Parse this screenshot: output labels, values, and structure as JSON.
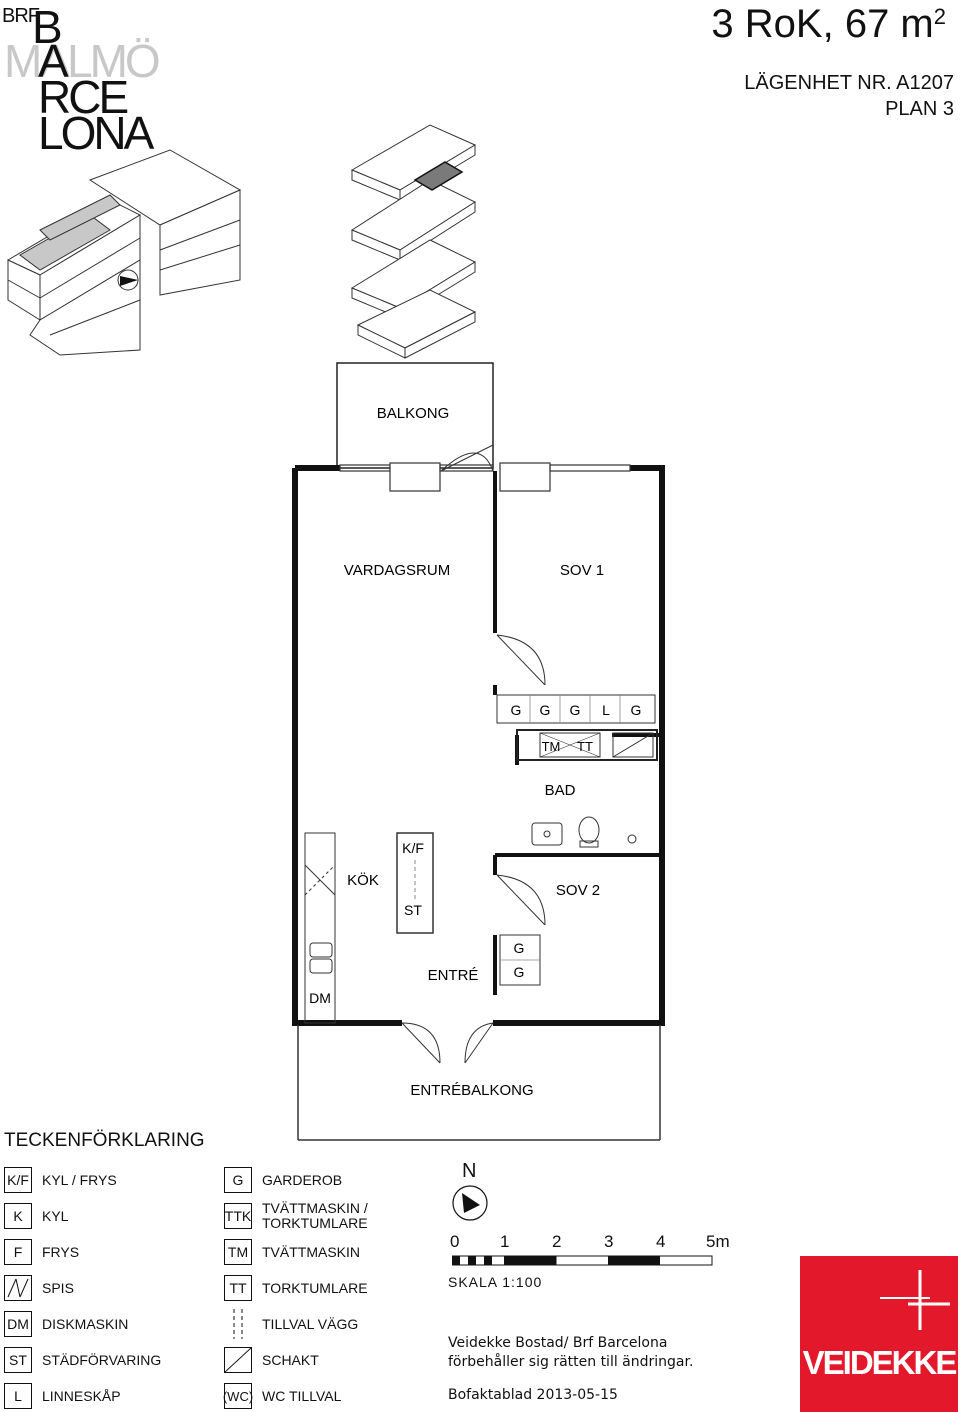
{
  "brand": {
    "prefix": "BRF",
    "name_lines": [
      "B",
      "MALMÖ",
      "A",
      "RCE",
      "LONA"
    ]
  },
  "apartment": {
    "title": "3 RoK, 67 m",
    "title_sup": "2",
    "unit_number": "LÄGENHET NR. A1207",
    "floor": "PLAN 3"
  },
  "rooms": {
    "balkong": "BALKONG",
    "vardagsrum": "VARDAGSRUM",
    "sov1": "SOV 1",
    "bad": "BAD",
    "kok": "KÖK",
    "kf": "K/F",
    "st": "ST",
    "sov2": "SOV 2",
    "entre": "ENTRÉ",
    "dm": "DM",
    "entrebalkong": "ENTRÉBALKONG"
  },
  "fixtures": {
    "closet_row": [
      "G",
      "G",
      "G",
      "L",
      "G"
    ],
    "laundry": [
      "TM",
      "TT"
    ],
    "hall_closets": [
      "G",
      "G"
    ]
  },
  "legend": {
    "title": "TECKENFÖRKLARING",
    "col1": [
      {
        "symbol": "K/F",
        "label": "KYL / FRYS"
      },
      {
        "symbol": "K",
        "label": "KYL"
      },
      {
        "symbol": "F",
        "label": "FRYS"
      },
      {
        "symbol": "spis-icon",
        "label": "SPIS"
      },
      {
        "symbol": "DM",
        "label": "DISKMASKIN"
      },
      {
        "symbol": "ST",
        "label": "STÄDFÖRVARING"
      },
      {
        "symbol": "L",
        "label": "LINNESKÅP"
      }
    ],
    "col2": [
      {
        "symbol": "G",
        "label": "GARDEROB"
      },
      {
        "symbol": "TTK",
        "label": "TVÄTTMASKIN / TORKTUMLARE"
      },
      {
        "symbol": "TM",
        "label": "TVÄTTMASKIN"
      },
      {
        "symbol": "TT",
        "label": "TORKTUMLARE"
      },
      {
        "symbol": "tillval-vagg-icon",
        "label": "TILLVAL VÄGG"
      },
      {
        "symbol": "schakt-icon",
        "label": "SCHAKT"
      },
      {
        "symbol": "(WC)",
        "label": "WC TILLVAL"
      }
    ]
  },
  "compass": {
    "label": "N"
  },
  "scale": {
    "ticks": [
      "0",
      "1",
      "2",
      "3",
      "4",
      "5m"
    ],
    "label": "SKALA 1:100"
  },
  "disclaimer": {
    "line1": "Veidekke Bostad/ Brf Barcelona",
    "line2": "förbehåller sig rätten till ändringar.",
    "date": "Bofaktablad 2013-05-15"
  },
  "developer_logo": {
    "text": "VEIDEKKE",
    "color": "#e3192b"
  }
}
